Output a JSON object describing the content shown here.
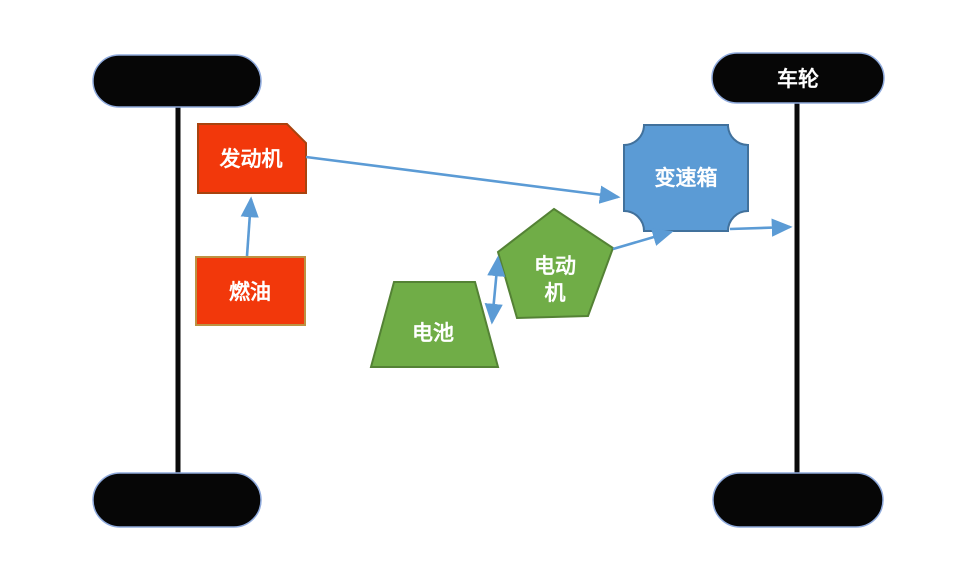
{
  "diagram": {
    "description": "Hybrid vehicle powertrain diagram with two axles and four wheels",
    "nodes": {
      "wheel_front_right": {
        "label": "车轮",
        "shape": "rounded-pill",
        "color": "black"
      },
      "engine": {
        "label": "发动机",
        "shape": "snip-corner-rectangle",
        "color": "orange-red"
      },
      "fuel": {
        "label": "燃油",
        "shape": "rectangle",
        "color": "orange-red"
      },
      "transmission": {
        "label": "变速箱",
        "shape": "plaque-concave-corners",
        "color": "blue"
      },
      "motor": {
        "label": "电动机",
        "label_line1": "电动",
        "label_line2": "机",
        "shape": "pentagon",
        "color": "green"
      },
      "battery": {
        "label": "电池",
        "shape": "trapezoid",
        "color": "green"
      }
    },
    "edges": [
      {
        "from": "燃油",
        "to": "发动机",
        "direction": "one-way"
      },
      {
        "from": "发动机",
        "to": "变速箱",
        "direction": "one-way"
      },
      {
        "from": "电池",
        "to": "电动机",
        "direction": "two-way"
      },
      {
        "from": "电动机",
        "to": "变速箱",
        "direction": "one-way"
      },
      {
        "from": "变速箱",
        "to": "车轮(车轴)",
        "direction": "one-way"
      }
    ]
  },
  "colors": {
    "background": "#FFFFFF",
    "wheel_fill": "#060606",
    "wheel_outline": "#8FAADC",
    "axle": "#0A0A0A",
    "engine_fill": "#F2380B",
    "engine_border": "#A8430F",
    "fuel_fill": "#F2380B",
    "fuel_border": "#BD9242",
    "transmission_fill": "#5B9BD5",
    "transmission_border": "#41719C",
    "green_fill": "#70AD47",
    "green_border": "#548235",
    "arrow": "#5B9BD5",
    "label_text": "#FFFFFF"
  }
}
